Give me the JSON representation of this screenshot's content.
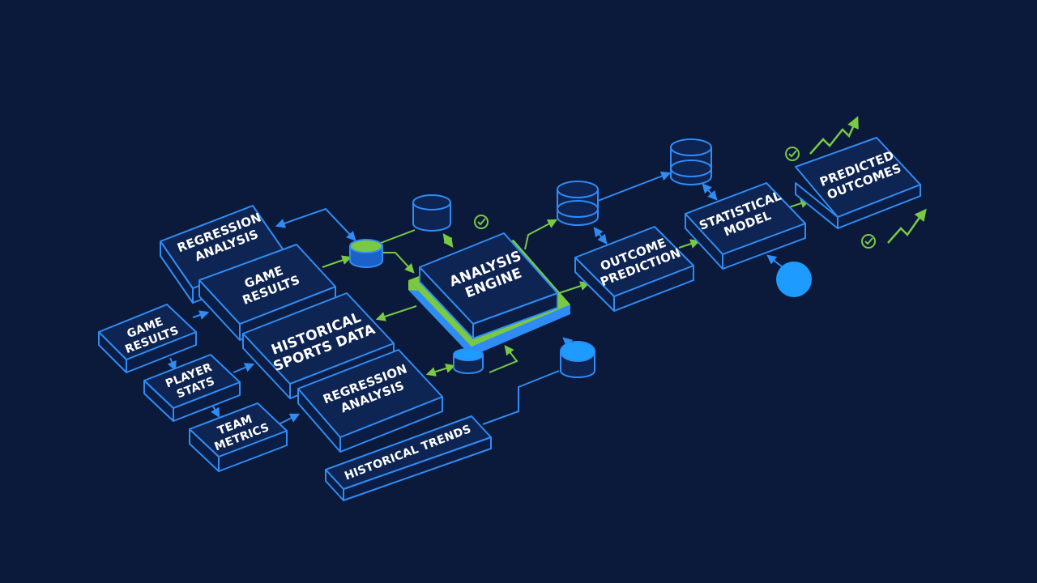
{
  "colors": {
    "background": "#0b1a3a",
    "accent_blue": "#2f8cf5",
    "accent_green": "#7ac943",
    "bright_blue": "#1e9bff"
  },
  "nodes": {
    "regression_analysis_top": [
      "REGRESSION",
      "ANALYSIS"
    ],
    "game_results_main": [
      "GAME",
      "RESULTS"
    ],
    "game_results_small": [
      "GAME",
      "RESULTS"
    ],
    "player_stats": [
      "PLAYER",
      "STATS"
    ],
    "team_metrics": [
      "TEAM",
      "METRICS"
    ],
    "historical_sports_data": [
      "HISTORICAL",
      "SPORTS DATA"
    ],
    "regression_analysis_bottom": [
      "REGRESSION",
      "ANALYSIS"
    ],
    "historical_trends": [
      "HISTORICAL TRENDS"
    ],
    "analysis_engine": [
      "ANALYSIS",
      "ENGINE"
    ],
    "outcome_prediction": [
      "OUTCOME",
      "PREDICTION"
    ],
    "statistical_model": [
      "STATISTICAL",
      "MODEL"
    ],
    "predicted_outcomes": [
      "PREDICTED",
      "OUTCOMES"
    ]
  },
  "icons": [
    "database-icon",
    "check-circle-icon",
    "trend-arrow-icon"
  ]
}
